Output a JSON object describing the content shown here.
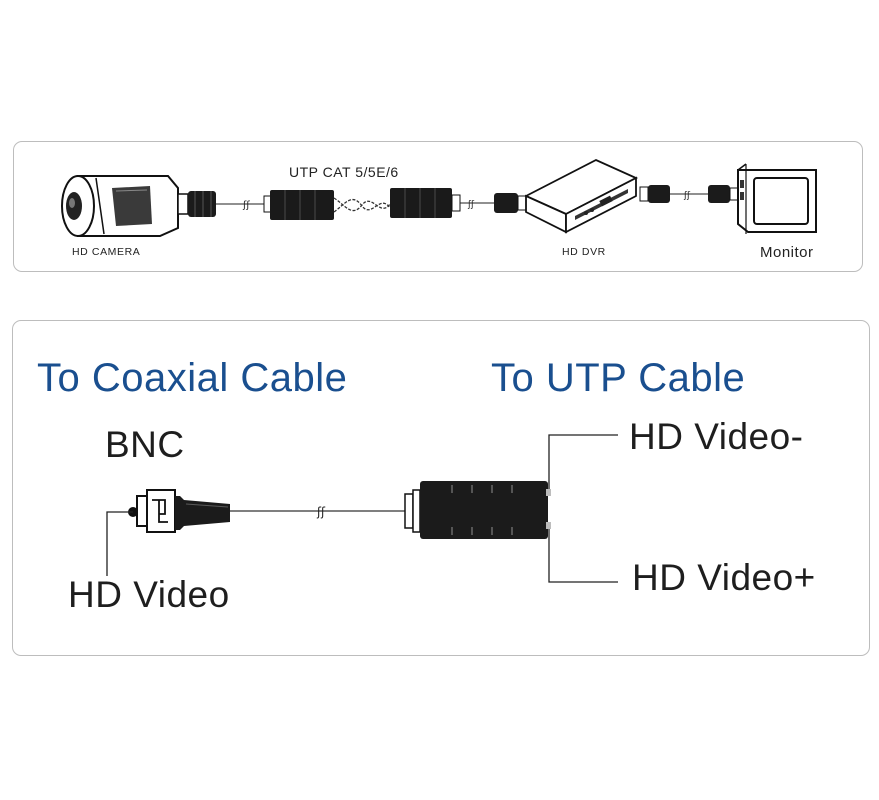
{
  "top_diagram": {
    "camera_label": "HD  CAMERA",
    "cable_label": "UTP CAT 5/5E/6",
    "dvr_label": "HD DVR",
    "monitor_label": "Monitor"
  },
  "bottom_diagram": {
    "coax_heading": "To Coaxial Cable",
    "utp_heading": "To UTP Cable",
    "bnc_label": "BNC",
    "hd_video_label": "HD Video",
    "video_minus_label": "HD Video-",
    "video_plus_label": "HD Video+"
  }
}
